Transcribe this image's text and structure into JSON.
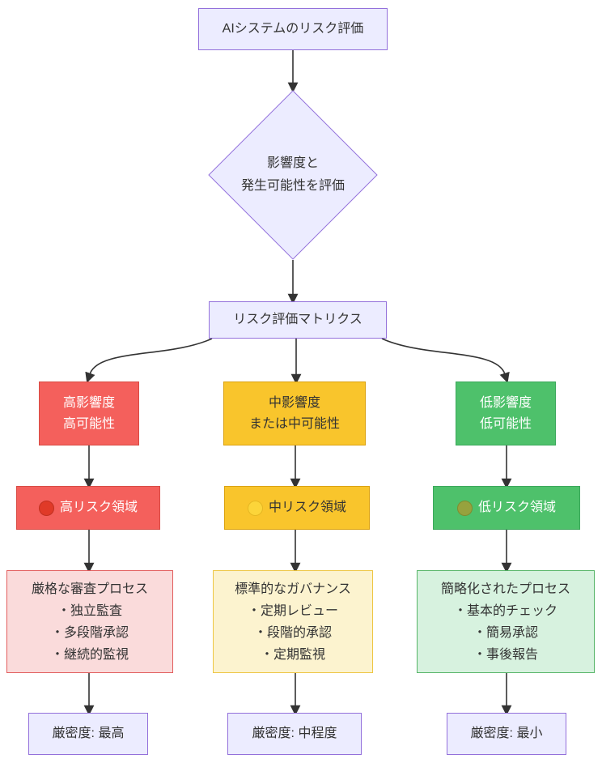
{
  "diagram": {
    "root": {
      "label": "AIシステムのリスク評価"
    },
    "decision": {
      "label_line1": "影響度と",
      "label_line2": "発生可能性を評価"
    },
    "matrix": {
      "label": "リスク評価マトリクス"
    },
    "columns": [
      {
        "level": "high",
        "condition_line1": "高影響度",
        "condition_line2": "高可能性",
        "zone_icon": "red-circle",
        "zone_label": "高リスク領域",
        "process_title": "厳格な審査プロセス",
        "process_items": [
          "・独立監査",
          "・多段階承認",
          "・継続的監視"
        ],
        "rigor_label": "厳密度: 最高"
      },
      {
        "level": "medium",
        "condition_line1": "中影響度",
        "condition_line2": "または中可能性",
        "zone_icon": "yellow-circle",
        "zone_label": "中リスク領域",
        "process_title": "標準的なガバナンス",
        "process_items": [
          "・定期レビュー",
          "・段階的承認",
          "・定期監視"
        ],
        "rigor_label": "厳密度: 中程度"
      },
      {
        "level": "low",
        "condition_line1": "低影響度",
        "condition_line2": "低可能性",
        "zone_icon": "green-circle",
        "zone_label": "低リスク領域",
        "process_title": "簡略化されたプロセス",
        "process_items": [
          "・基本的チェック",
          "・簡易承認",
          "・事後報告"
        ],
        "rigor_label": "厳密度: 最小"
      }
    ],
    "colors": {
      "background": "#ffffff",
      "node_fill": "#ECECFF",
      "node_border": "#9370DB",
      "high_fill": "#F4605C",
      "high_border": "#D84B44",
      "medium_fill": "#F9C52C",
      "medium_border": "#DBA211",
      "low_fill": "#4EC16B",
      "low_border": "#3BA85B",
      "high_light_fill": "#FADBDB",
      "high_light_border": "#E25D5D",
      "medium_light_fill": "#FCF3CF",
      "medium_light_border": "#EEC643",
      "low_light_fill": "#D7F2DF",
      "low_light_border": "#56B567",
      "red_dot": "#E03A28",
      "yellow_dot": "#FCD53A",
      "green_dot": "#97A23E",
      "edge": "#333333"
    }
  }
}
